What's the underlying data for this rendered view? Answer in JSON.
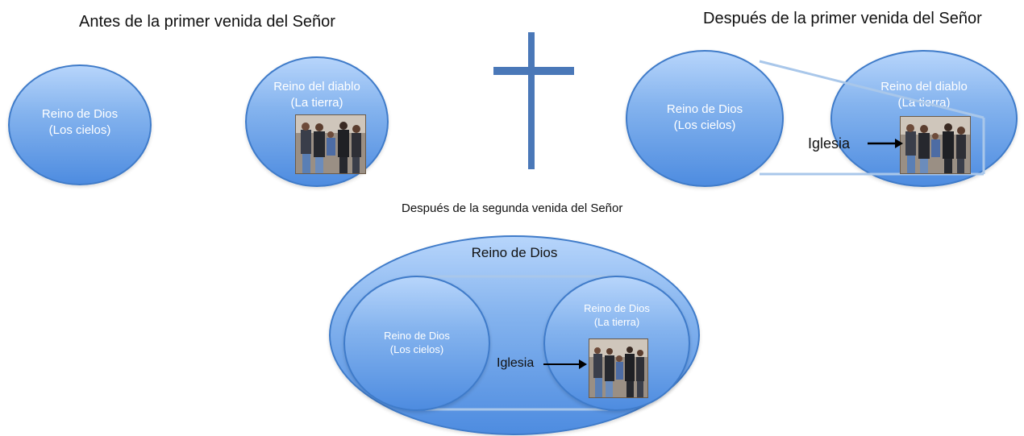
{
  "panel_before": {
    "title": "Antes de la primer venida del Señor",
    "heaven": {
      "name": "Reino de Dios",
      "sub": "(Los cielos)"
    },
    "earth": {
      "name": "Reino del diablo",
      "sub": "(La tierra)"
    }
  },
  "panel_after_first": {
    "title": "Después de la primer venida del Señor",
    "heaven": {
      "name": "Reino de Dios",
      "sub": "(Los cielos)"
    },
    "earth": {
      "name": "Reino del diablo",
      "sub": "(La tierra)"
    },
    "church_label": "Iglesia"
  },
  "panel_after_second": {
    "title": "Después de la segunda venida del Señor",
    "outer": {
      "name": "Reino de Dios"
    },
    "heaven": {
      "name": "Reino de Dios",
      "sub": "(Los cielos)"
    },
    "earth": {
      "name": "Reino de Dios",
      "sub": "(La tierra)"
    },
    "church_label": "Iglesia"
  },
  "colors": {
    "ellipse_top": "#b7d5fb",
    "ellipse_bottom": "#4e8ce0",
    "ellipse_border": "#3f7bc9",
    "cross": "#4a78b8"
  }
}
